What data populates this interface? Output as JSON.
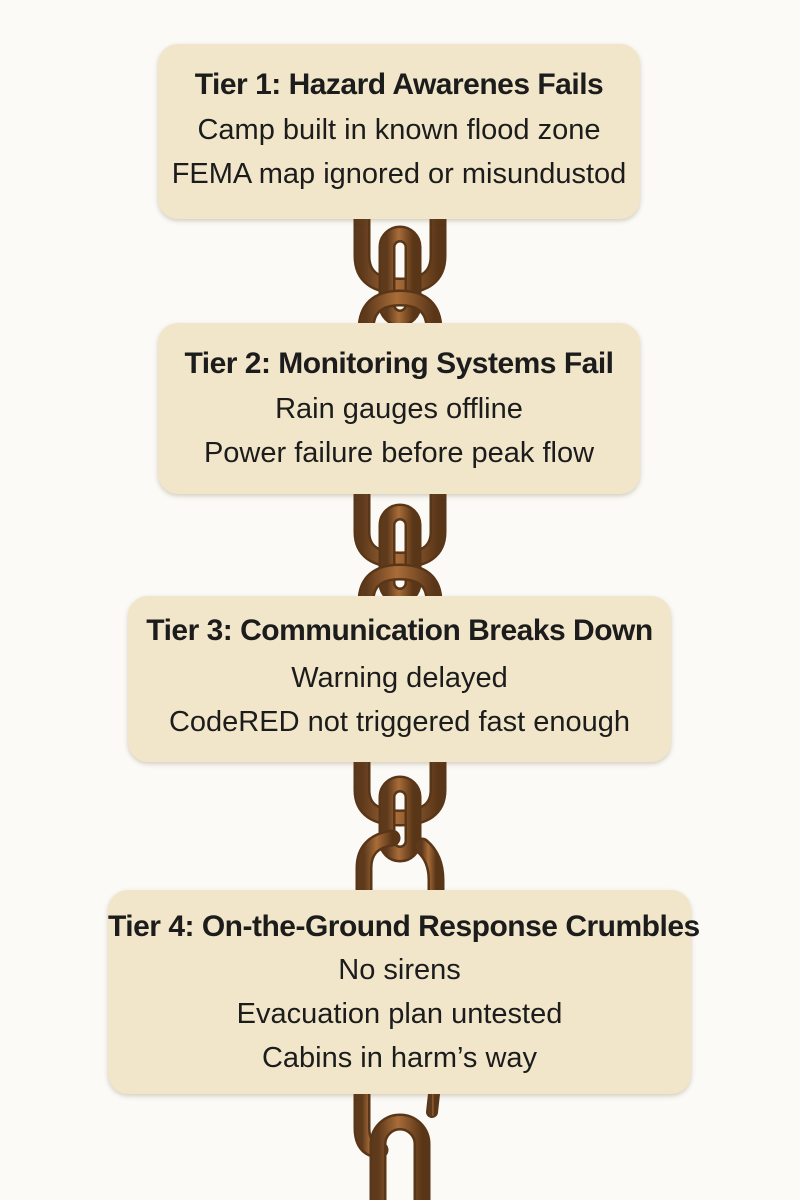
{
  "colors": {
    "background": "#fbfaf6",
    "card": "#f1e6ca",
    "chain": "#8a5a2e",
    "chain_highlight": "#b67c45",
    "text": "#1c1c1c"
  },
  "tiers": [
    {
      "title": "Tier 1: Hazard Awarenes Fails",
      "lines": [
        "Camp built in known flood zone",
        "FEMA map ignored or misundustod"
      ]
    },
    {
      "title": "Tier 2: Monitoring Systems Fail",
      "lines": [
        "Rain gauges offline",
        "Power failure before peak flow"
      ]
    },
    {
      "title": "Tier 3: Communication Breaks Down",
      "lines": [
        "Warning delayed",
        "CodeRED not triggered fast enough"
      ]
    },
    {
      "title": "Tier 4: On-the-Ground Response Crumbles",
      "lines": [
        "No sirens",
        "Evacuation plan untested",
        "Cabins in harm’s way"
      ]
    }
  ],
  "chain": {
    "icon": "rusty-chain-icon",
    "broken_link_icon": "broken-chain-link-icon"
  }
}
